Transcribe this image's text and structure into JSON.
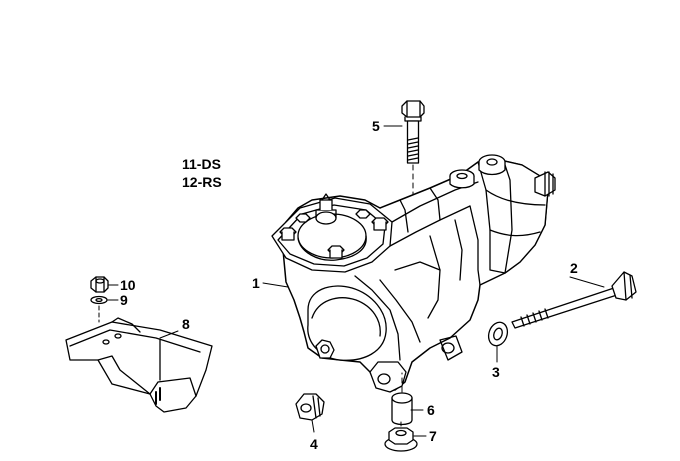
{
  "header": {
    "line1": "11-DS",
    "line2": "12-RS"
  },
  "callouts": {
    "c1": "1",
    "c2": "2",
    "c3": "3",
    "c4": "4",
    "c5": "5",
    "c6": "6",
    "c7": "7",
    "c8": "8",
    "c9": "9",
    "c10": "10"
  },
  "parts": [
    "steering-box",
    "through-bolt",
    "washer",
    "self-locking-nut",
    "hex-bolt",
    "rubber-bushing",
    "flange-nut",
    "mounting-bracket",
    "small-washer",
    "small-nut"
  ]
}
